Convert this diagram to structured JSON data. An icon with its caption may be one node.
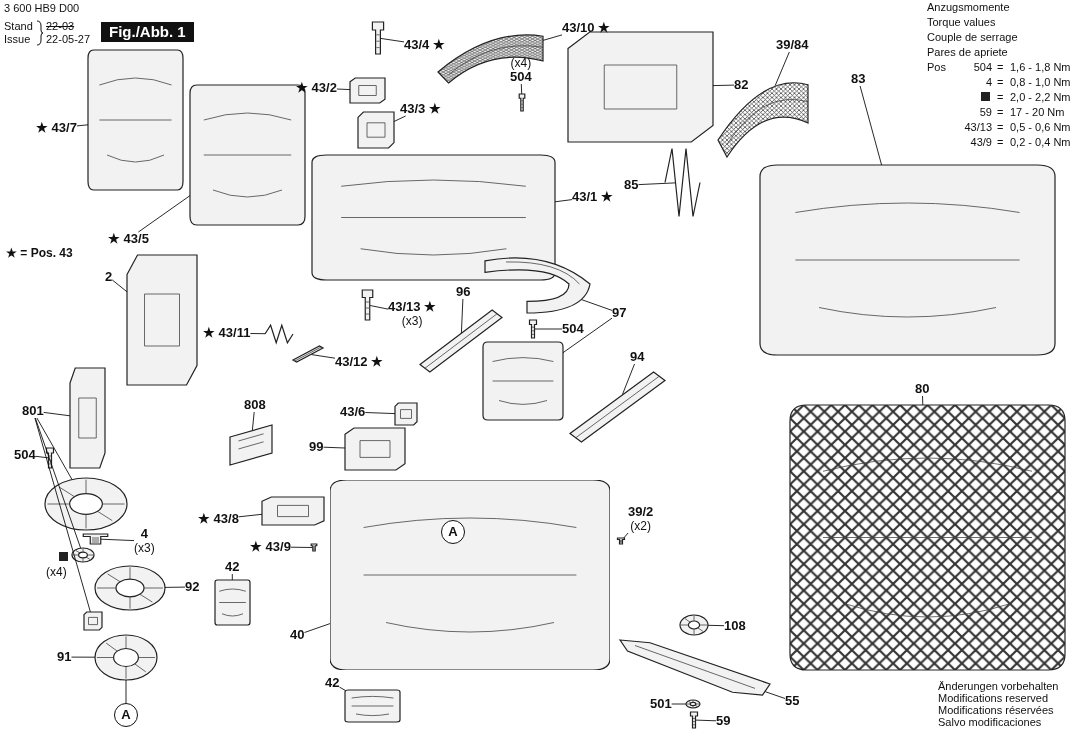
{
  "diagram": {
    "nodes": [
      {
        "text": [
          "★ 43/7"
        ]
      },
      {
        "text": [],
        "shape": "picture"
      },
      {
        "text": [
          "★ 43/5"
        ]
      },
      {
        "text": [],
        "shape": "picture"
      },
      {
        "text": [
          "★ 43/2"
        ]
      },
      {
        "text": [],
        "shape": "picture"
      },
      {
        "text": [
          "43/4 ★"
        ]
      },
      {
        "text": [],
        "shape": "picture"
      },
      {
        "text": [
          "43/3 ★"
        ]
      },
      {
        "text": [],
        "shape": "picture"
      },
      {
        "text": [
          "43/10 ★"
        ]
      },
      {
        "text": [],
        "shape": "picture"
      },
      {
        "text": [
          "(x4)",
          "504"
        ]
      },
      {
        "text": [],
        "shape": "picture"
      },
      {
        "text": [
          "43/1 ★"
        ]
      },
      {
        "text": [],
        "shape": "picture"
      },
      {
        "text": [
          "82"
        ]
      },
      {
        "text": [],
        "shape": "picture"
      },
      {
        "text": [
          "39/84"
        ]
      },
      {
        "text": [],
        "shape": "picture"
      },
      {
        "text": [
          "83"
        ]
      },
      {
        "text": [],
        "shape": "picture"
      },
      {
        "text": [
          "85"
        ]
      },
      {
        "text": [],
        "shape": "picture"
      },
      {
        "text": [
          "2"
        ]
      },
      {
        "text": [],
        "shape": "picture"
      },
      {
        "text": [
          "★ 43/11"
        ]
      },
      {
        "text": [],
        "shape": "picture"
      },
      {
        "text": [
          "43/13 ★",
          "(x3)"
        ]
      },
      {
        "text": [],
        "shape": "picture"
      },
      {
        "text": [
          "43/12 ★"
        ]
      },
      {
        "text": [],
        "shape": "picture"
      },
      {
        "text": [
          "96"
        ]
      },
      {
        "text": [],
        "shape": "picture"
      },
      {
        "text": [
          "97"
        ]
      },
      {
        "text": [],
        "shape": "picture"
      },
      {
        "text": [],
        "shape": "picture"
      },
      {
        "text": [
          "504"
        ]
      },
      {
        "text": [],
        "shape": "picture"
      },
      {
        "text": [
          "94"
        ]
      },
      {
        "text": [],
        "shape": "picture"
      },
      {
        "text": [
          "43/6"
        ]
      },
      {
        "text": [],
        "shape": "picture"
      },
      {
        "text": [
          "808"
        ]
      },
      {
        "text": [],
        "shape": "picture"
      },
      {
        "text": [
          "99"
        ]
      },
      {
        "text": [],
        "shape": "picture"
      },
      {
        "text": [
          "801"
        ]
      },
      {
        "text": [],
        "shape": "picture"
      },
      {
        "text": [],
        "shape": "picture"
      },
      {
        "text": [],
        "shape": "picture"
      },
      {
        "text": [],
        "shape": "picture"
      },
      {
        "text": [
          "504"
        ]
      },
      {
        "text": [],
        "shape": "picture"
      },
      {
        "text": [
          "4",
          "(x3)"
        ]
      },
      {
        "text": [],
        "shape": "picture"
      },
      {
        "text": [
          "92"
        ]
      },
      {
        "text": [],
        "shape": "picture"
      },
      {
        "text": [
          "91"
        ]
      },
      {
        "text": [],
        "shape": "picture"
      },
      {
        "text": [
          "A"
        ]
      },
      {
        "text": [
          "★ 43/8"
        ]
      },
      {
        "text": [],
        "shape": "picture"
      },
      {
        "text": [
          "★ 43/9"
        ]
      },
      {
        "text": [],
        "shape": "picture"
      },
      {
        "text": [
          "42"
        ]
      },
      {
        "text": [],
        "shape": "picture"
      },
      {
        "text": [
          "40"
        ]
      },
      {
        "text": [],
        "shape": "picture"
      },
      {
        "text": [
          "A"
        ],
        "in": 68
      },
      {
        "text": [
          "42"
        ]
      },
      {
        "text": [],
        "shape": "picture"
      },
      {
        "text": [
          "39/2",
          "(x2)"
        ]
      },
      {
        "text": [],
        "shape": "picture"
      },
      {
        "text": [
          "108"
        ]
      },
      {
        "text": [],
        "shape": "picture"
      },
      {
        "text": [
          "55"
        ]
      },
      {
        "text": [],
        "shape": "picture"
      },
      {
        "text": [
          "501"
        ]
      },
      {
        "text": [],
        "shape": "picture"
      },
      {
        "text": [
          "59"
        ]
      },
      {
        "text": [],
        "shape": "picture"
      },
      {
        "text": [
          "80"
        ]
      },
      {
        "text": [],
        "shape": "picture"
      }
    ],
    "edges": [
      {
        "from": 0,
        "to": 1,
        "arrow": "none"
      },
      {
        "from": 2,
        "to": 3,
        "arrow": "none"
      },
      {
        "from": 4,
        "to": 5,
        "arrow": "none"
      },
      {
        "from": 6,
        "to": 7,
        "arrow": "none"
      },
      {
        "from": 8,
        "to": 9,
        "arrow": "none"
      },
      {
        "from": 10,
        "to": 11,
        "arrow": "none"
      },
      {
        "from": 12,
        "to": 13,
        "arrow": "none"
      },
      {
        "from": 14,
        "to": 15,
        "arrow": "none"
      },
      {
        "from": 16,
        "to": 17,
        "arrow": "none"
      },
      {
        "from": 18,
        "to": 19,
        "arrow": "none"
      },
      {
        "from": 20,
        "to": 21,
        "arrow": "none"
      },
      {
        "from": 22,
        "to": 23,
        "arrow": "none"
      },
      {
        "from": 24,
        "to": 25,
        "arrow": "none"
      },
      {
        "from": 26,
        "to": 27,
        "arrow": "none"
      },
      {
        "from": 28,
        "to": 29,
        "arrow": "none"
      },
      {
        "from": 30,
        "to": 31,
        "arrow": "none"
      },
      {
        "from": 32,
        "to": 33,
        "arrow": "none"
      },
      {
        "from": 34,
        "to": 35,
        "arrow": "none"
      },
      {
        "from": 34,
        "to": 36,
        "arrow": "none"
      },
      {
        "from": 37,
        "to": 38,
        "arrow": "none"
      },
      {
        "from": 39,
        "to": 40,
        "arrow": "none"
      },
      {
        "from": 41,
        "to": 42,
        "arrow": "none"
      },
      {
        "from": 43,
        "to": 44,
        "arrow": "none"
      },
      {
        "from": 45,
        "to": 46,
        "arrow": "none"
      },
      {
        "from": 47,
        "to": 48,
        "arrow": "none"
      },
      {
        "from": 47,
        "to": 49,
        "arrow": "none"
      },
      {
        "from": 47,
        "to": 50,
        "arrow": "none"
      },
      {
        "from": 47,
        "to": 51,
        "arrow": "none"
      },
      {
        "from": 52,
        "to": 53,
        "arrow": "none"
      },
      {
        "from": 54,
        "to": 55,
        "arrow": "none"
      },
      {
        "from": 56,
        "to": 57,
        "arrow": "none"
      },
      {
        "from": 58,
        "to": 59,
        "arrow": "none"
      },
      {
        "from": 59,
        "to": 60,
        "arrow": "none"
      },
      {
        "from": 61,
        "to": 62,
        "arrow": "none"
      },
      {
        "from": 63,
        "to": 64,
        "arrow": "none"
      },
      {
        "from": 65,
        "to": 66,
        "arrow": "none"
      },
      {
        "from": 67,
        "to": 68,
        "arrow": "none"
      },
      {
        "from": 70,
        "to": 71,
        "arrow": "none"
      },
      {
        "from": 72,
        "to": 73,
        "arrow": "none"
      },
      {
        "from": 74,
        "to": 75,
        "arrow": "none"
      },
      {
        "from": 76,
        "to": 77,
        "arrow": "none"
      },
      {
        "from": 78,
        "to": 79,
        "arrow": "none"
      },
      {
        "from": 80,
        "to": 81,
        "arrow": "none"
      },
      {
        "from": 82,
        "to": 83,
        "arrow": "none"
      }
    ],
    "labels": [
      "3 600 HB9 D00",
      "Stand",
      "Issue",
      "22-03",
      "22-05-27",
      "Fig./Abb. 1",
      "★ = Pos. 43",
      "Anzugsmomente",
      "Torque values",
      "Couple de serrage",
      "Pares de apriete",
      "Pos",
      "504",
      "=",
      "1,6 - 1,8 Nm",
      "4",
      "=",
      "0,8 - 1,0 Nm",
      "=",
      "2,0 - 2,2 Nm",
      "59",
      "=",
      "17 - 20 Nm",
      "43/13",
      "=",
      "0,5 - 0,6 Nm",
      "43/9",
      "=",
      "0,2 - 0,4 Nm",
      "(x4)",
      "Änderungen vorbehalten",
      "Modifications reserved",
      "Modifications réservées",
      "Salvo modificaciones"
    ]
  }
}
